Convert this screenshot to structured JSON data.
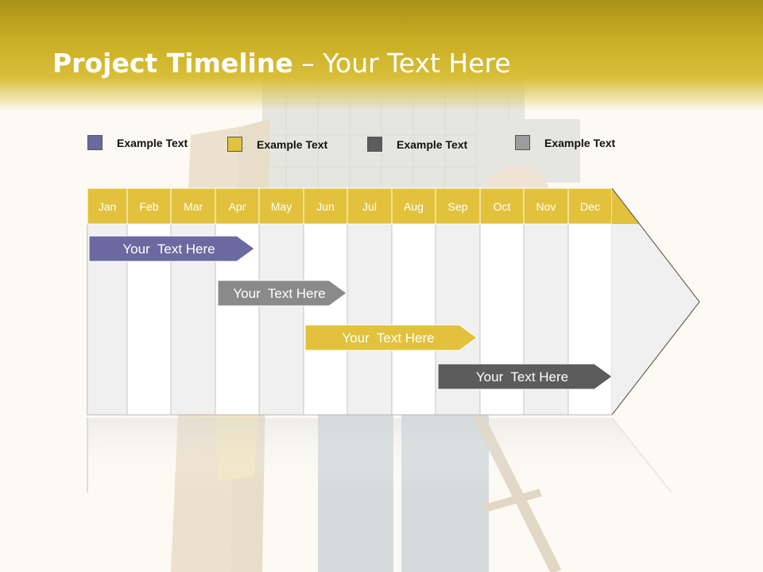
{
  "title": {
    "bold": "Project Timeline",
    "rest": " – Your Text Here"
  },
  "legend": [
    {
      "label": "Example Text",
      "color": "#6a6aa0"
    },
    {
      "label": "Example Text",
      "color": "#e2c23c"
    },
    {
      "label": "Example Text",
      "color": "#5c5c5c"
    },
    {
      "label": "Example Text",
      "color": "#9c9c9c"
    }
  ],
  "months": [
    "Jan",
    "Feb",
    "Mar",
    "Apr",
    "May",
    "Jun",
    "Jul",
    "Aug",
    "Sep",
    "Oct",
    "Nov",
    "Dec"
  ],
  "tasks": [
    {
      "label": "Your  Text Here",
      "color": "#6a6aa0",
      "text_color": "#ffffff"
    },
    {
      "label": "Your  Text Here",
      "color": "#8a8a8a",
      "text_color": "#ffffff"
    },
    {
      "label": "Your  Text Here",
      "color": "#e2c23c",
      "text_color": "#ffffff"
    },
    {
      "label": "Your  Text Here",
      "color": "#5c5c5c",
      "text_color": "#ffffff"
    }
  ],
  "colors": {
    "header_gold": "#c9ad22",
    "month_cell": "#e2c23c"
  }
}
